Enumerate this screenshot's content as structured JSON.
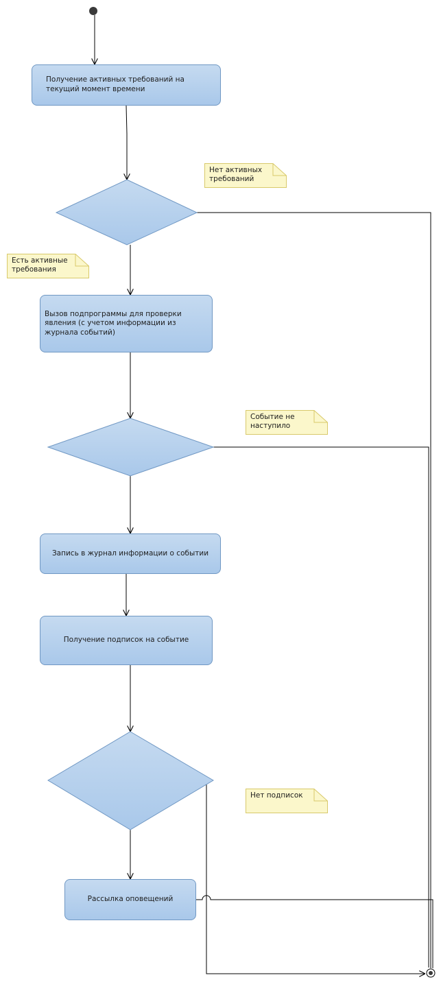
{
  "actions": {
    "get_requirements": "Получение  активных требований на текущий момент времени",
    "check_phenomenon": "Вызов подпрограммы для проверки явления (с учетом информации из журнала событий)",
    "log_event": "Запись в журнал информации о событии",
    "get_subscriptions": "Получение подписок на событие",
    "send_notifications": "Рассылка оповещений"
  },
  "notes": {
    "no_requirements": "Нет активных требований",
    "has_requirements": "Есть активные требования",
    "event_not_occurred": "Событие не наступило",
    "no_subscriptions": "Нет подписок"
  },
  "colors": {
    "node_fill_top": "#c5daf0",
    "node_fill_bottom": "#a9c8ea",
    "node_border": "#6f97c3",
    "note_fill": "#fbf7cb",
    "note_border": "#d8c96a",
    "line": "#000000"
  }
}
